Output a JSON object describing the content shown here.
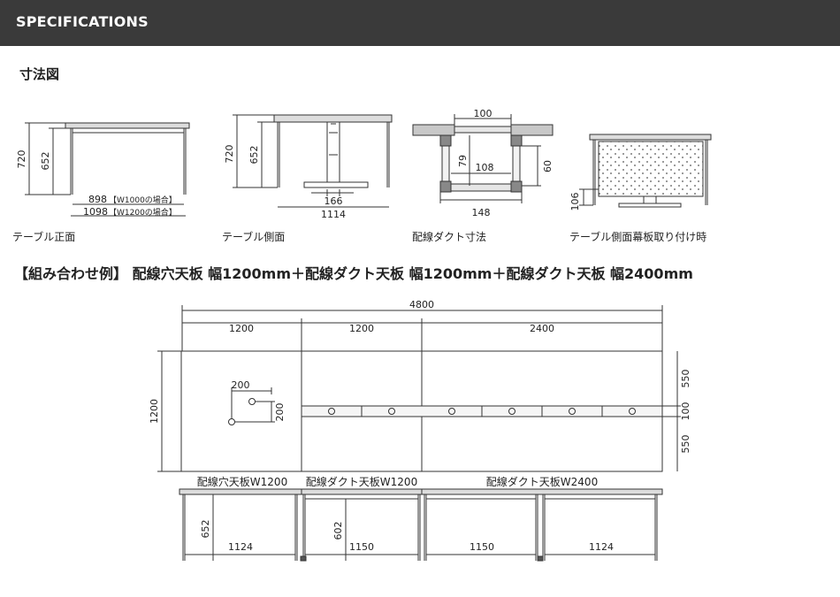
{
  "header": {
    "title": "SPECIFICATIONS"
  },
  "section": {
    "title": "寸法図"
  },
  "diagrams": {
    "front": {
      "caption": "テーブル正面",
      "h_total": "720",
      "h_inner": "652",
      "w1": "898",
      "w1_note": "【W1000の場合】",
      "w2": "1098",
      "w2_note": "【W1200の場合】"
    },
    "side": {
      "caption": "テーブル側面",
      "h_total": "720",
      "h_inner": "652",
      "base": "166",
      "depth": "1114"
    },
    "duct": {
      "caption": "配線ダクト寸法",
      "top": "100",
      "inner": "108",
      "bottom": "148",
      "h_left": "79",
      "h_right": "60"
    },
    "panel": {
      "caption": "テーブル側面幕板取り付け時",
      "h": "106"
    }
  },
  "combo": {
    "title": "【組み合わせ例】 配線穴天板 幅1200mm＋配線ダクト天板 幅1200mm＋配線ダクト天板 幅2400mm",
    "total": "4800",
    "seg1": "1200",
    "seg2": "1200",
    "seg3": "2400",
    "depth": "1200",
    "r1": "550",
    "r2": "100",
    "r3": "550",
    "hole_w": "200",
    "hole_h": "200",
    "label1": "配線穴天板W1200",
    "label2": "配線ダクト天板W1200",
    "label3": "配線ダクト天板W2400",
    "leg_h1": "652",
    "leg_h2": "602",
    "span1": "1124",
    "span2": "1150",
    "span3": "1150",
    "span4": "1124"
  }
}
